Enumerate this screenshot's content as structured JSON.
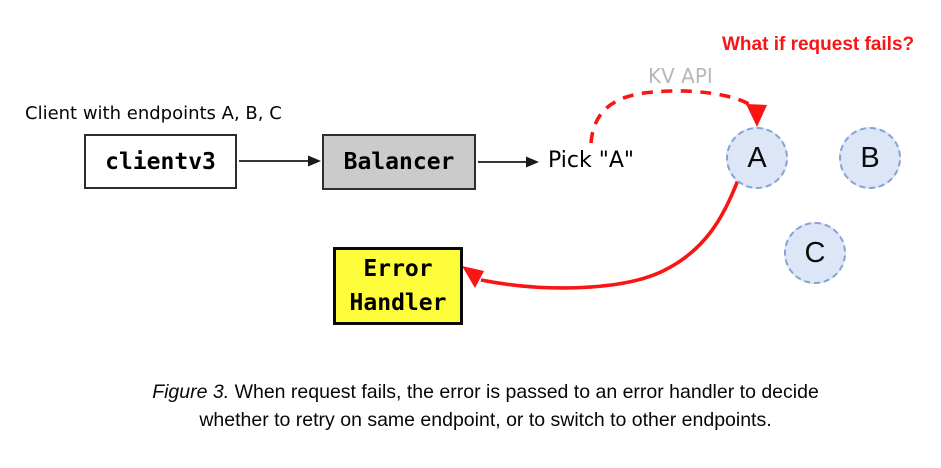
{
  "colors": {
    "red": "#fa1414",
    "gray_label": "#b7b7b7",
    "balancer_fill": "#cbcbcb",
    "handler_fill": "#fdfd3c",
    "endpoint_fill": "#dce6f7",
    "endpoint_border": "#87a1d4"
  },
  "diagram": {
    "client_note": "Client with endpoints A, B, C",
    "nodes": {
      "client": "clientv3",
      "balancer": "Balancer",
      "pick": "Pick \"A\"",
      "error_handler": {
        "line1": "Error",
        "line2": "Handler"
      }
    },
    "labels": {
      "kv_api": "KV API",
      "fail_question": "What if request fails?"
    },
    "endpoints": [
      {
        "label": "A"
      },
      {
        "label": "B"
      },
      {
        "label": "C"
      }
    ]
  },
  "caption": {
    "figure_label": "Figure 3.",
    "line1": "When request fails, the error is passed to an error handler to decide",
    "line2": "whether to retry on same endpoint, or to switch to other endpoints."
  }
}
